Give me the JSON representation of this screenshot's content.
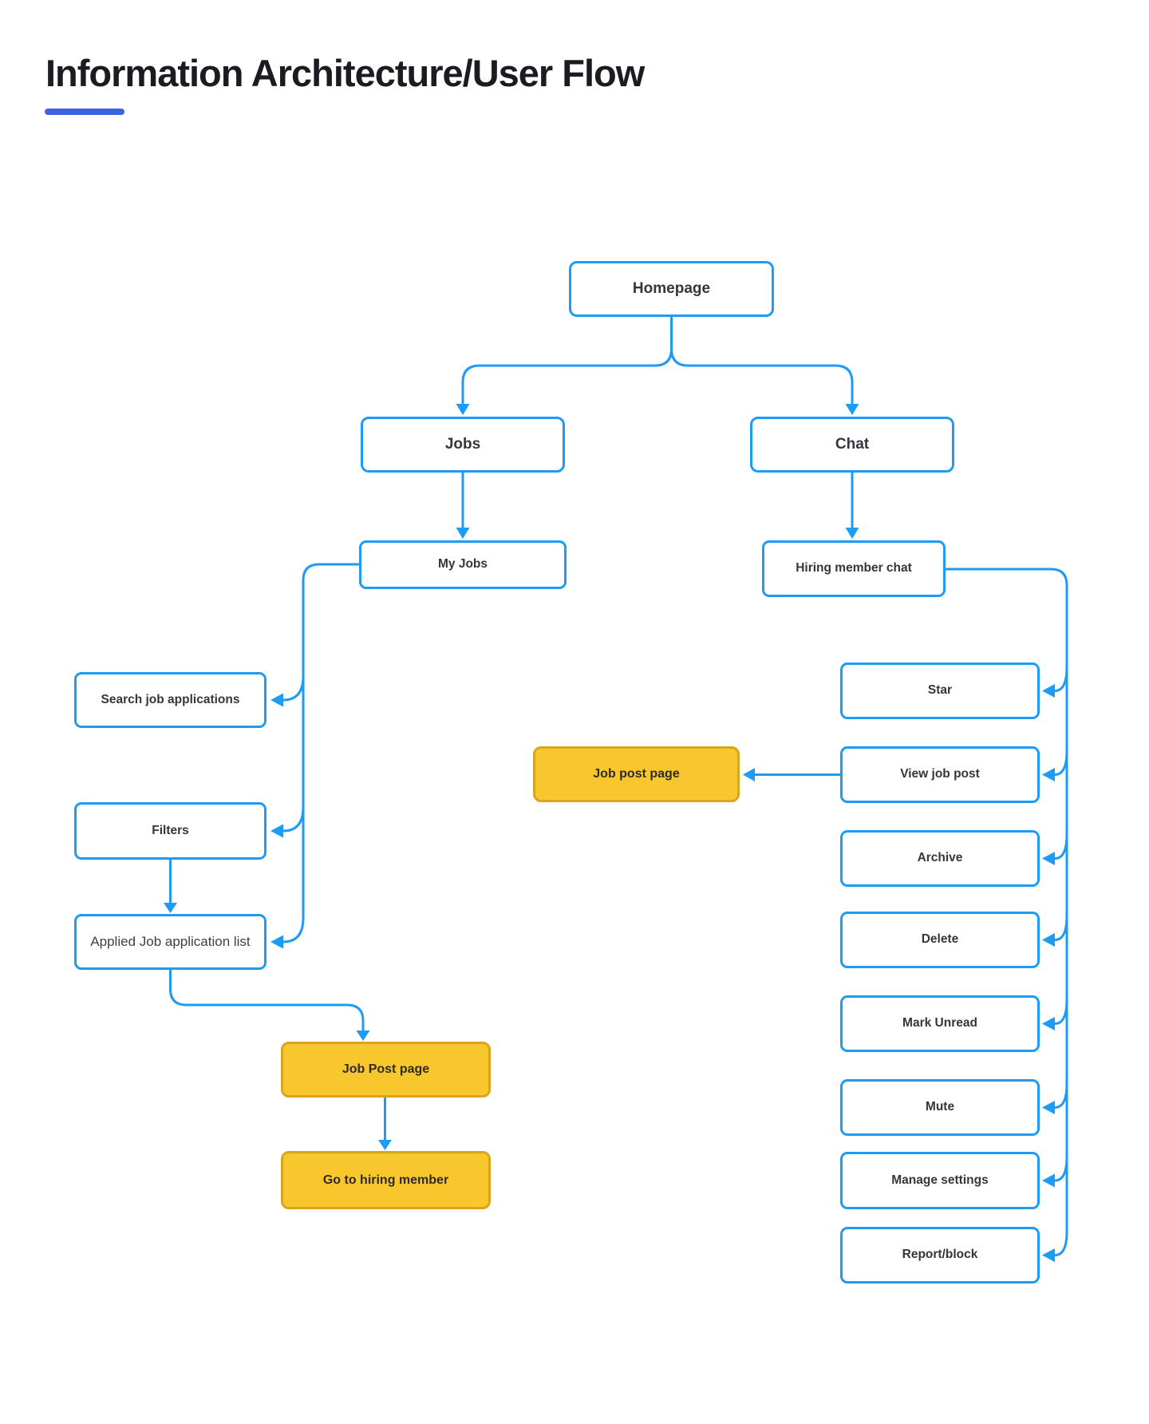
{
  "title": "Information Architecture/User Flow",
  "colors": {
    "connector_blue": "#1E9BF2",
    "yellow_fill": "#F8C72E",
    "yellow_border": "#D9A51C",
    "title_underline": "#3E63E0",
    "label_ink": "#33363C"
  },
  "nodes": {
    "homepage": {
      "label": "Homepage"
    },
    "jobs": {
      "label": "Jobs"
    },
    "chat": {
      "label": "Chat"
    },
    "my_jobs": {
      "label": "My Jobs"
    },
    "hiring_member_chat": {
      "label": "Hiring member chat"
    },
    "search_job_applications": {
      "label": "Search job applications"
    },
    "filters": {
      "label": "Filters"
    },
    "applied_job_application_list": {
      "label": "Applied Job application list"
    },
    "job_post_page_left": {
      "label": "Job Post page"
    },
    "go_to_hiring_member": {
      "label": "Go to hiring member"
    },
    "job_post_page_mid": {
      "label": "Job post page"
    },
    "star": {
      "label": "Star"
    },
    "view_job_post": {
      "label": "View job post"
    },
    "archive": {
      "label": "Archive"
    },
    "delete": {
      "label": "Delete"
    },
    "mark_unread": {
      "label": "Mark Unread"
    },
    "mute": {
      "label": "Mute"
    },
    "manage_settings": {
      "label": "Manage settings"
    },
    "report_block": {
      "label": "Report/block"
    }
  },
  "edges": [
    {
      "from": "homepage",
      "to": "jobs"
    },
    {
      "from": "homepage",
      "to": "chat"
    },
    {
      "from": "jobs",
      "to": "my_jobs"
    },
    {
      "from": "chat",
      "to": "hiring_member_chat"
    },
    {
      "from": "my_jobs",
      "to": "search_job_applications"
    },
    {
      "from": "my_jobs",
      "to": "filters"
    },
    {
      "from": "my_jobs",
      "to": "applied_job_application_list"
    },
    {
      "from": "filters",
      "to": "applied_job_application_list"
    },
    {
      "from": "applied_job_application_list",
      "to": "job_post_page_left"
    },
    {
      "from": "job_post_page_left",
      "to": "go_to_hiring_member"
    },
    {
      "from": "view_job_post",
      "to": "job_post_page_mid"
    },
    {
      "from": "hiring_member_chat",
      "to": "star"
    },
    {
      "from": "hiring_member_chat",
      "to": "view_job_post"
    },
    {
      "from": "hiring_member_chat",
      "to": "archive"
    },
    {
      "from": "hiring_member_chat",
      "to": "delete"
    },
    {
      "from": "hiring_member_chat",
      "to": "mark_unread"
    },
    {
      "from": "hiring_member_chat",
      "to": "mute"
    },
    {
      "from": "hiring_member_chat",
      "to": "manage_settings"
    },
    {
      "from": "hiring_member_chat",
      "to": "report_block"
    }
  ]
}
